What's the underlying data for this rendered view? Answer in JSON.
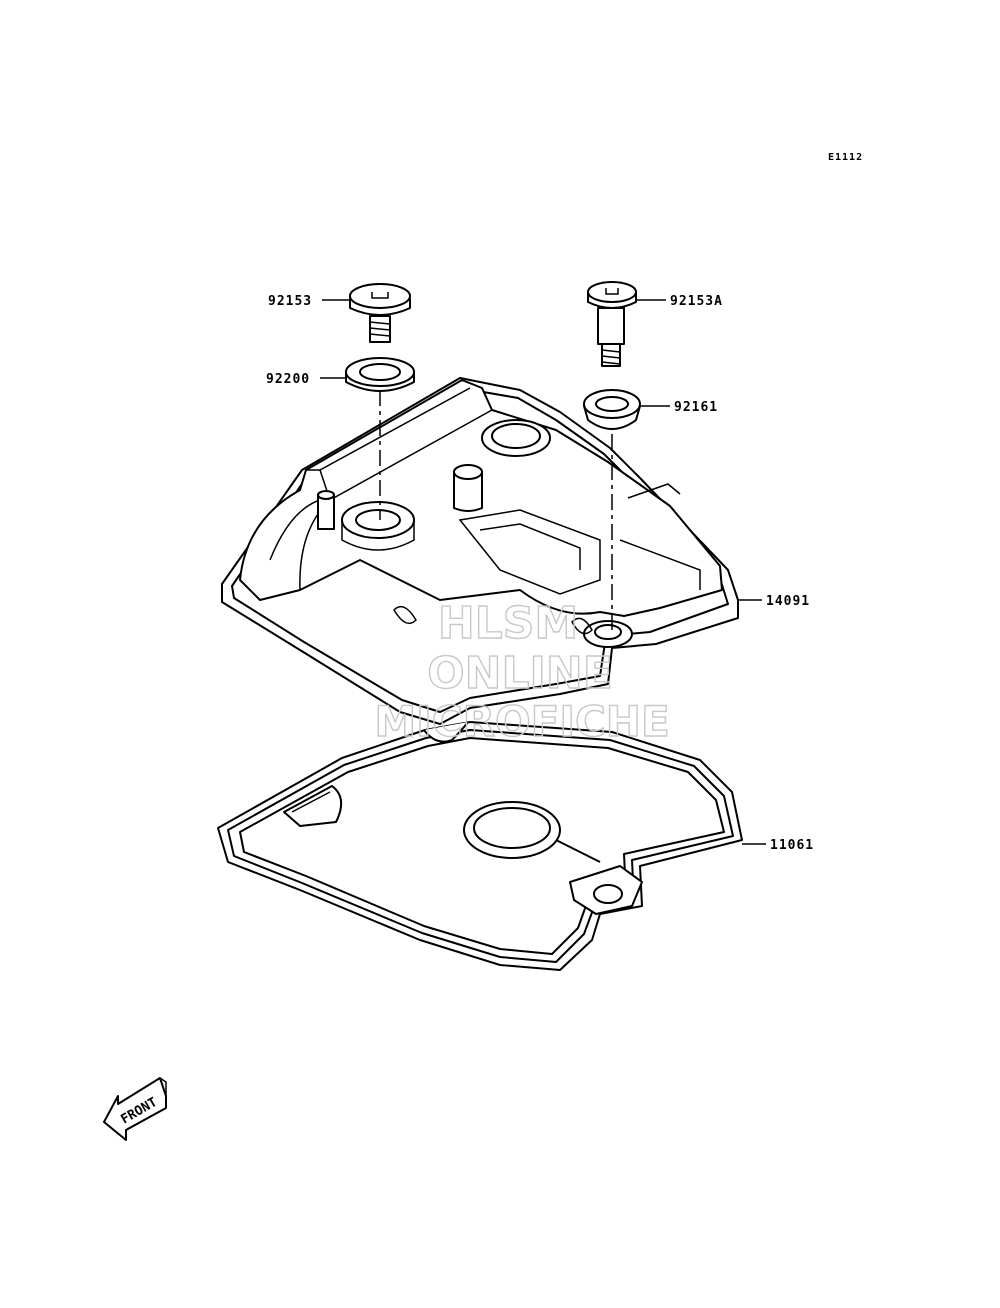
{
  "diagram_code": "E1112",
  "watermark": [
    "HLSM",
    "ONLINE",
    "MICROFICHE"
  ],
  "front_indicator": "FRONT",
  "parts": [
    {
      "number": "92153",
      "name": "bolt"
    },
    {
      "number": "92200",
      "name": "washer"
    },
    {
      "number": "92153A",
      "name": "bolt"
    },
    {
      "number": "92161",
      "name": "damper"
    },
    {
      "number": "14091",
      "name": "cylinder-head-cover"
    },
    {
      "number": "11061",
      "name": "gasket"
    }
  ]
}
